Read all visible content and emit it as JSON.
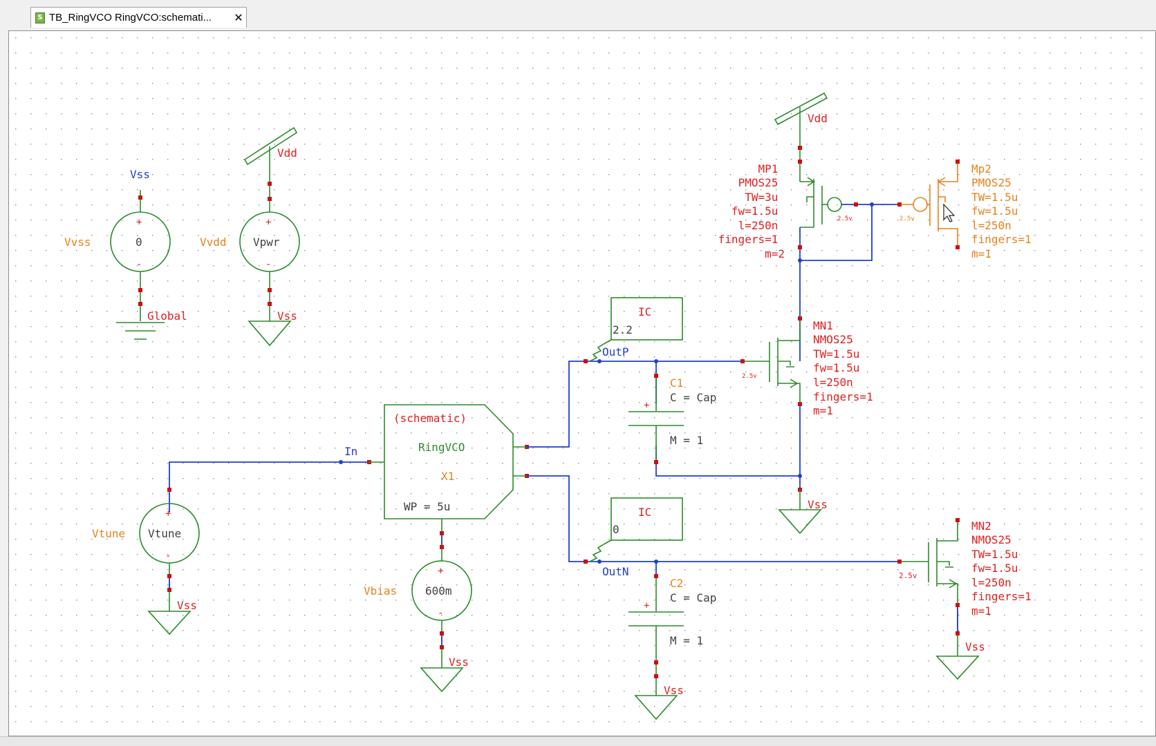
{
  "tab": {
    "title": "TB_RingVCO RingVCO:schemati...",
    "close_glyph": "✕",
    "icon": "schematic-file-icon"
  },
  "colors": {
    "wire": "#1f3fd0",
    "symbol": "#2a8a2a",
    "label": "#e02020",
    "inst": "#e8801a",
    "pin": "#cc1010",
    "text": "#404040"
  },
  "sources": {
    "vvss": {
      "name": "Vvss",
      "value": "0",
      "top_net": "Vss",
      "bottom_net": "Global"
    },
    "vvdd": {
      "name": "Vvdd",
      "value": "Vpwr",
      "top_net": "Vdd",
      "bottom_net": "Vss"
    },
    "vtune": {
      "name": "Vtune",
      "value": "Vtune",
      "bottom_net": "Vss"
    },
    "vbias": {
      "name": "Vbias",
      "value": "600m",
      "bottom_net": "Vss"
    },
    "plus": "+",
    "minus": "-"
  },
  "block": {
    "view": "(schematic)",
    "cell": "RingVCO",
    "instance": "X1",
    "param": "WP = 5u",
    "in_net": "In"
  },
  "ic1": {
    "title": "IC",
    "value": "2.2",
    "net": "OutP"
  },
  "ic2": {
    "title": "IC",
    "value": "0",
    "net": "OutN"
  },
  "c1": {
    "name": "C1",
    "cap": "C = Cap",
    "mult": "M = 1"
  },
  "c2": {
    "name": "C2",
    "cap": "C = Cap",
    "mult": "M = 1"
  },
  "mp1": {
    "lines": [
      "MP1",
      "PMOS25",
      "TW=3u",
      "fw=1.5u",
      "l=250n",
      "fingers=1",
      "m=2"
    ],
    "supply": "Vdd",
    "vg": "2.5v"
  },
  "mp2": {
    "lines": [
      "Mp2",
      "PMOS25",
      "TW=1.5u",
      "fw=1.5u",
      "l=250n",
      "fingers=1",
      "m=1"
    ],
    "vg": "2.5v"
  },
  "mn1": {
    "lines": [
      "MN1",
      "NMOS25",
      "TW=1.5u",
      "fw=1.5u",
      "l=250n",
      "fingers=1",
      "m=1"
    ],
    "ground": "Vss",
    "vg": "2.5v"
  },
  "mn2": {
    "lines": [
      "MN2",
      "NMOS25",
      "TW=1.5u",
      "fw=1.5u",
      "l=250n",
      "fingers=1",
      "m=1"
    ],
    "ground": "Vss",
    "vg": "2.5v"
  },
  "grounds": {
    "c2": "Vss"
  }
}
